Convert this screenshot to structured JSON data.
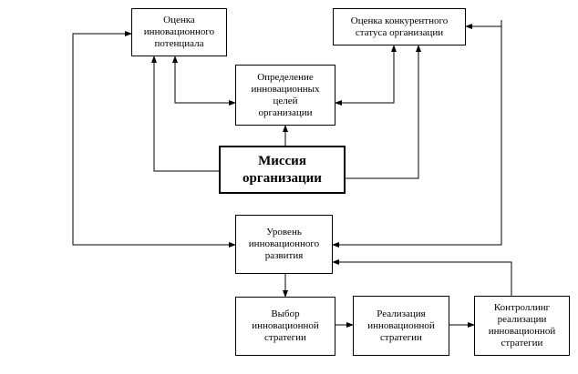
{
  "diagram": {
    "boxes": {
      "potential": "Оценка\nинновационного\nпотенциала",
      "competitive": "Оценка конкурентного\nстатуса организации",
      "goals": "Определение\nинновационных\nцелей\nорганизации",
      "mission": "Миссия\nорганизации",
      "level": "Уровень\nинновационного\nразвития",
      "choice": "Выбор\nинновационной\nстратегии",
      "implementation": "Реализация\nинновационной\nстратегии",
      "controlling": "Контроллинг\nреализации\nинновационной\nстратегии"
    }
  }
}
